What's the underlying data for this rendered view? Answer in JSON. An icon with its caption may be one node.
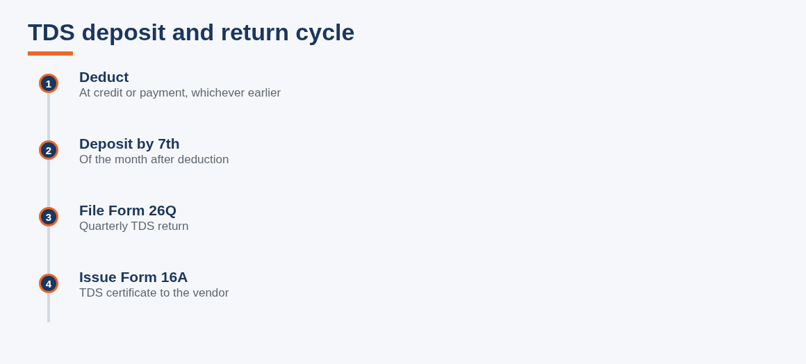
{
  "diagram": {
    "title": "TDS deposit and return cycle",
    "nodes": [
      {
        "text": [
          "1"
        ],
        "beside": [
          "Deduct",
          "At credit or payment, whichever earlier"
        ]
      },
      {
        "text": [
          "2"
        ],
        "beside": [
          "Deposit by 7th",
          "Of the month after deduction"
        ]
      },
      {
        "text": [
          "3"
        ],
        "beside": [
          "File Form 26Q",
          "Quarterly TDS return"
        ]
      },
      {
        "text": [
          "4"
        ],
        "beside": [
          "Issue Form 16A",
          "TDS certificate to the vendor"
        ]
      }
    ],
    "edges": [
      {
        "from": 0,
        "to": 1,
        "arrow": "none"
      },
      {
        "from": 1,
        "to": 2,
        "arrow": "none"
      },
      {
        "from": 2,
        "to": 3,
        "arrow": "none"
      },
      {
        "from": 3,
        "to": null,
        "arrow": "none"
      }
    ]
  }
}
